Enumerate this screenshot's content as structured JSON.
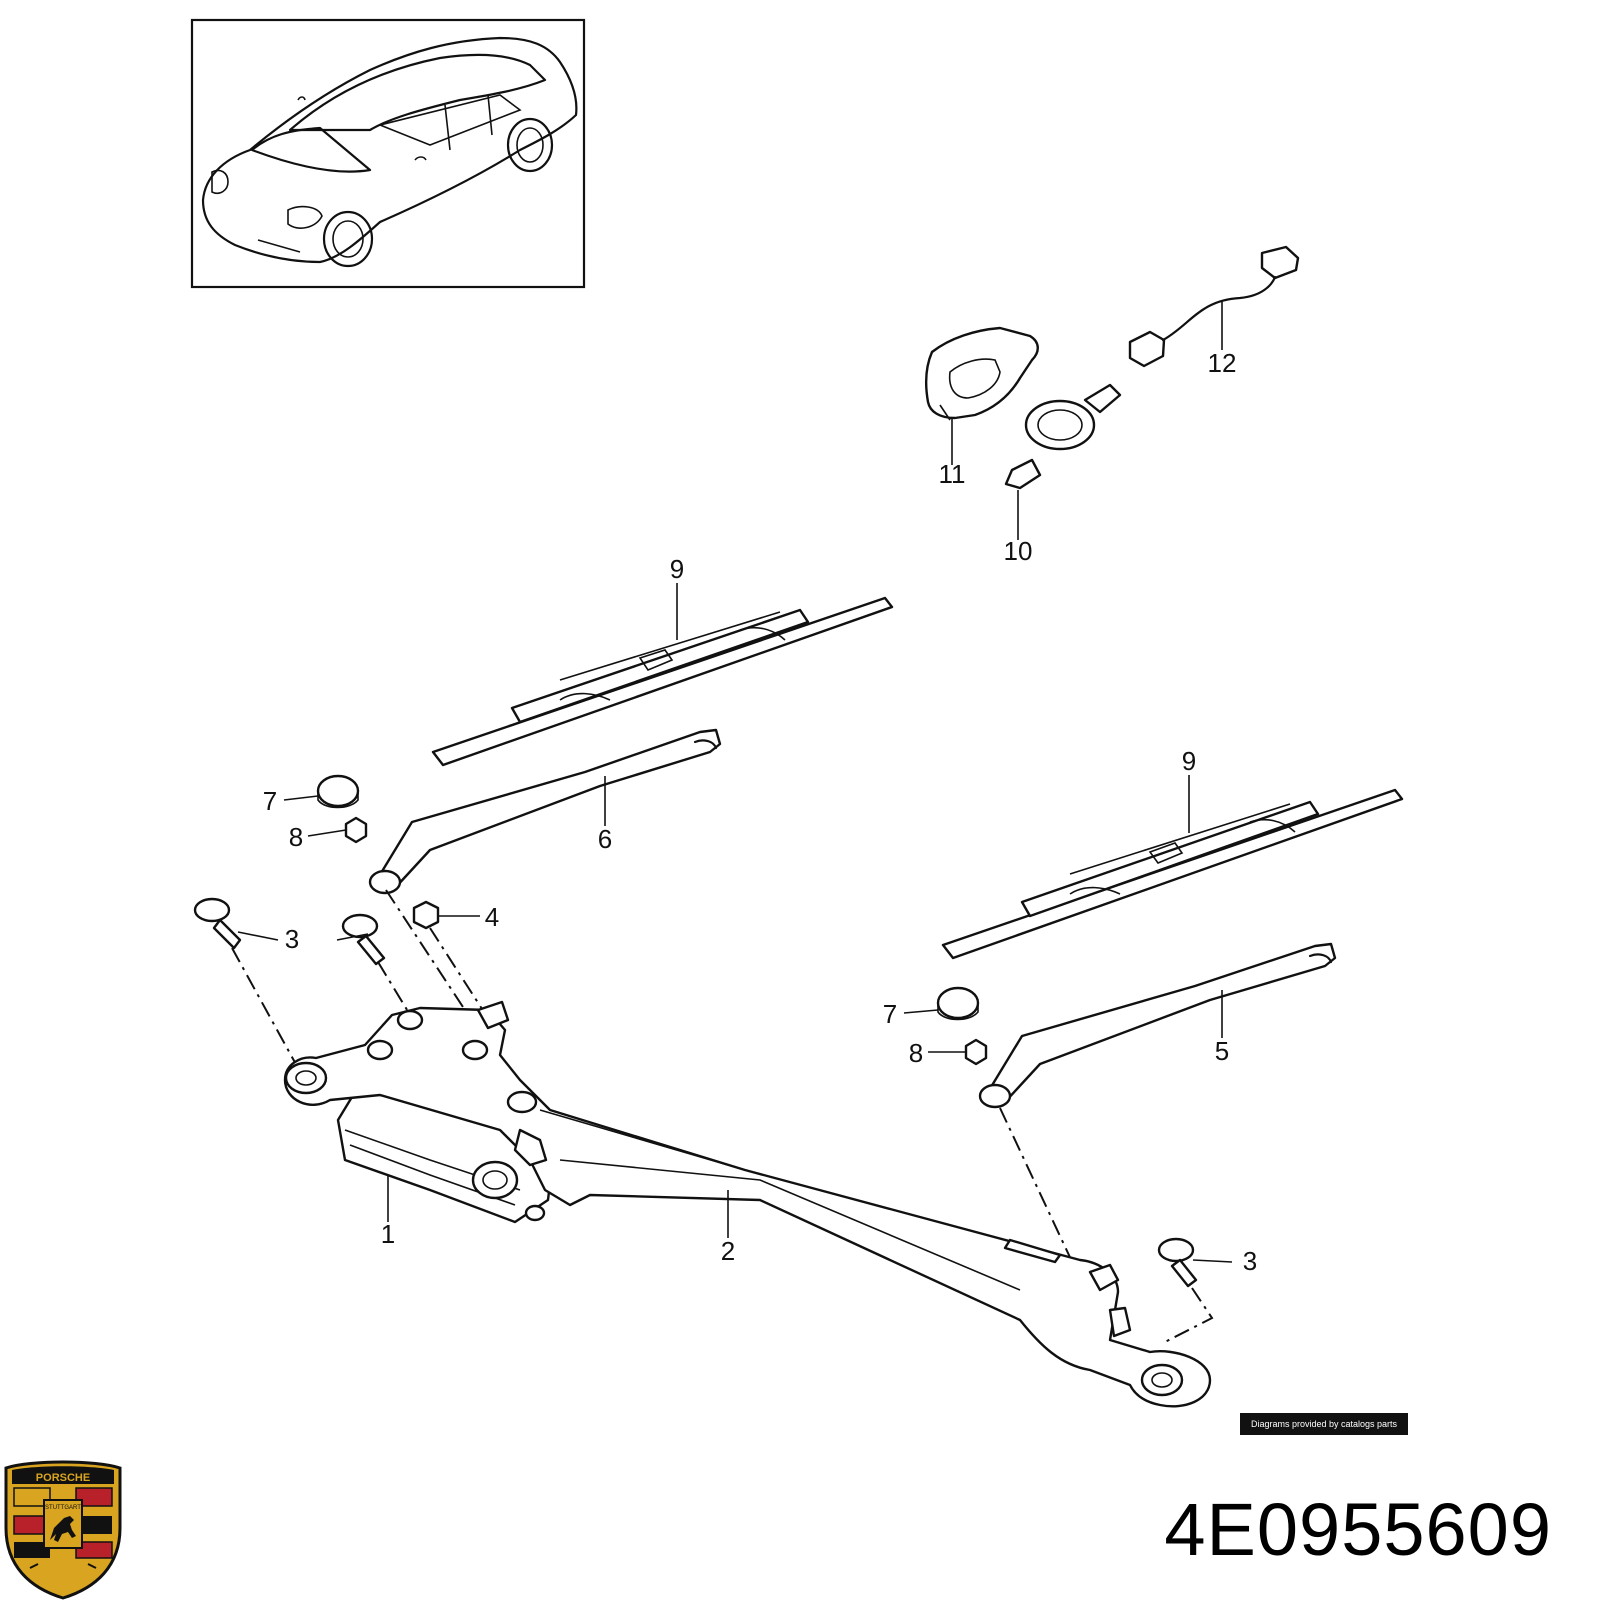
{
  "diagram": {
    "callouts": [
      {
        "id": "c1",
        "label": "1"
      },
      {
        "id": "c2",
        "label": "2"
      },
      {
        "id": "c3a",
        "label": "3"
      },
      {
        "id": "c3b",
        "label": "3"
      },
      {
        "id": "c4",
        "label": "4"
      },
      {
        "id": "c5",
        "label": "5"
      },
      {
        "id": "c6",
        "label": "6"
      },
      {
        "id": "c7a",
        "label": "7"
      },
      {
        "id": "c7b",
        "label": "7"
      },
      {
        "id": "c8a",
        "label": "8"
      },
      {
        "id": "c8b",
        "label": "8"
      },
      {
        "id": "c9a",
        "label": "9"
      },
      {
        "id": "c9b",
        "label": "9"
      },
      {
        "id": "c10",
        "label": "10"
      },
      {
        "id": "c11",
        "label": "11"
      },
      {
        "id": "c12",
        "label": "12"
      }
    ],
    "credit": "Diagrams provided by catalogs parts"
  },
  "part_number": "4E0955609",
  "logo": {
    "top_text": "PORSCHE",
    "city_text": "STUTTGART",
    "colors": {
      "gold": "#d9a520",
      "red": "#b8202a",
      "black": "#111111"
    }
  }
}
